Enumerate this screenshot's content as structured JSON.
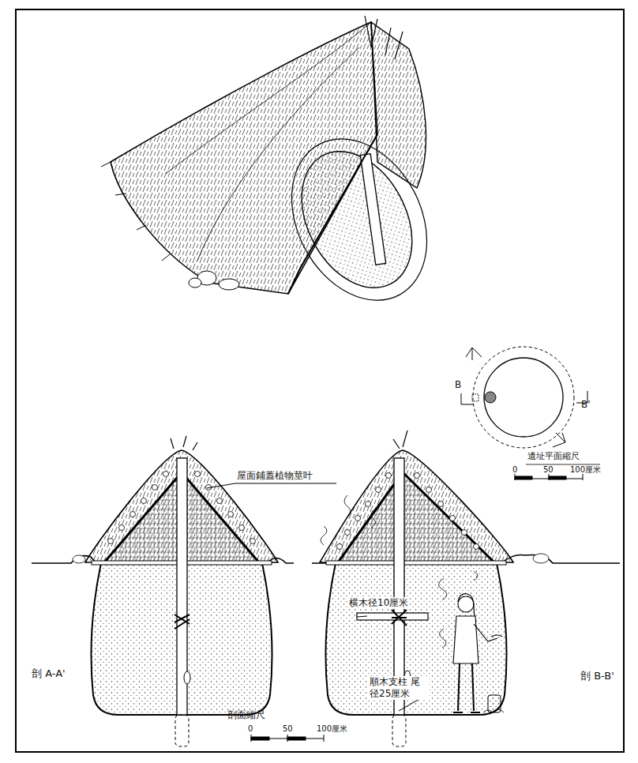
{
  "diagram": {
    "labels": [
      "屋面鋪蓋植物莖叶",
      "B",
      "B'",
      "遺址平面縮尺",
      "0",
      "50",
      "100厘米",
      "横木径10厘米",
      "順木支柱 尾径25厘米",
      "剖 A-A'",
      "剖 B-B'",
      "剖面縮尺",
      "0",
      "50",
      "100厘米"
    ]
  }
}
